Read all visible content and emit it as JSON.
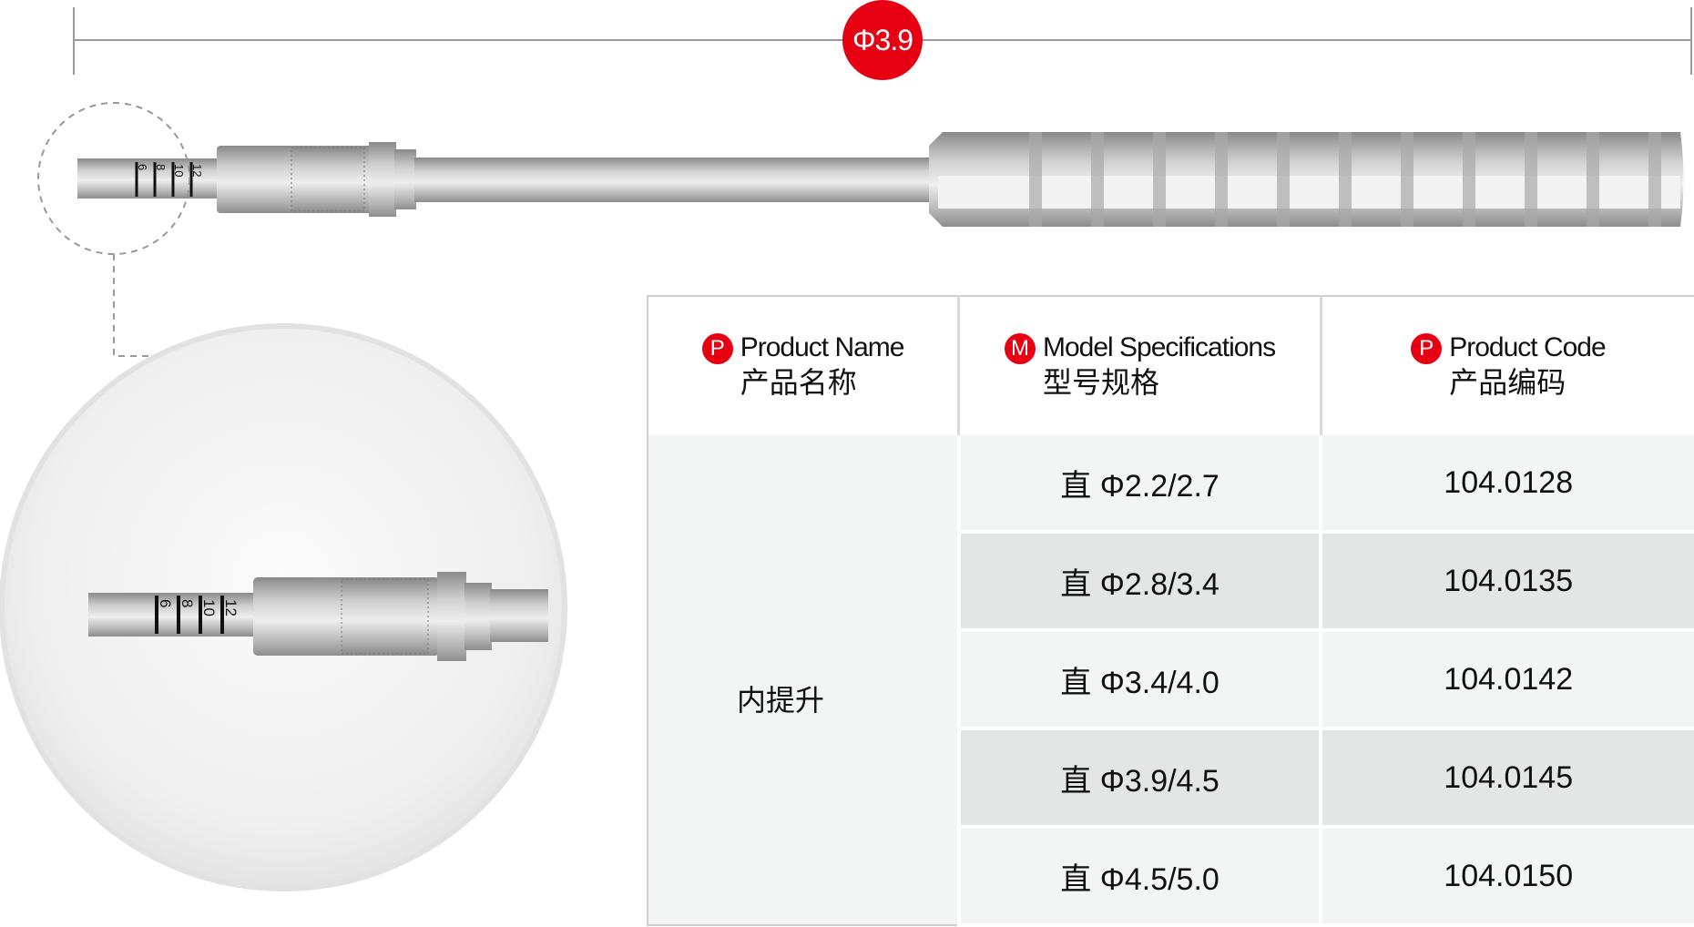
{
  "dimension_badge": "Φ3.9",
  "ruler_marks": [
    "12",
    "10",
    "8",
    "6"
  ],
  "table": {
    "headers": [
      {
        "icon_letter": "P",
        "en": "Product Name",
        "cn": "产品名称"
      },
      {
        "icon_letter": "M",
        "en": "Model Specifications",
        "cn": "型号规格"
      },
      {
        "icon_letter": "P",
        "en": "Product Code",
        "cn": "产品编码"
      }
    ],
    "product_name": "内提升",
    "rows": [
      {
        "spec": "直 Φ2.2/2.7",
        "code": "104.0128"
      },
      {
        "spec": "直 Φ2.8/3.4",
        "code": "104.0135"
      },
      {
        "spec": "直 Φ3.4/4.0",
        "code": "104.0142"
      },
      {
        "spec": "直 Φ3.9/4.5",
        "code": "104.0145"
      },
      {
        "spec": "直 Φ4.5/5.0",
        "code": "104.0150"
      }
    ]
  },
  "colors": {
    "accent": "#e60012",
    "row_light": "#f3f4f4",
    "row_dark": "#e4e5e5"
  }
}
